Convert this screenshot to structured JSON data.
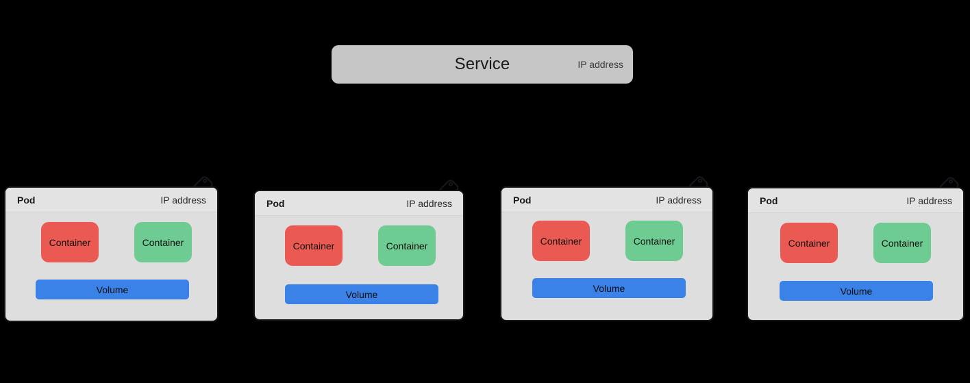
{
  "background_color": "#000000",
  "service": {
    "label": "Service",
    "ip_label": "IP address",
    "color": "#C6C6C6"
  },
  "colors": {
    "pod_fill": "#DEDEDE",
    "pod_header_fill": "#E3E3E3",
    "pod_border": "#14181C",
    "container_red": "#EB5A52",
    "container_green": "#6ECC92",
    "volume_blue": "#3B82E8",
    "tag_icon": "#14181C"
  },
  "pods": [
    {
      "label": "Pod",
      "ip_label": "IP address",
      "tag_icon": "tag-icon",
      "containers": [
        {
          "label": "Container",
          "color": "#EB5A52"
        },
        {
          "label": "Container",
          "color": "#6ECC92"
        }
      ],
      "volume": {
        "label": "Volume",
        "color": "#3B82E8"
      }
    },
    {
      "label": "Pod",
      "ip_label": "IP address",
      "tag_icon": "tag-icon",
      "containers": [
        {
          "label": "Container",
          "color": "#EB5A52"
        },
        {
          "label": "Container",
          "color": "#6ECC92"
        }
      ],
      "volume": {
        "label": "Volume",
        "color": "#3B82E8"
      }
    },
    {
      "label": "Pod",
      "ip_label": "IP address",
      "tag_icon": "tag-icon",
      "containers": [
        {
          "label": "Container",
          "color": "#EB5A52"
        },
        {
          "label": "Container",
          "color": "#6ECC92"
        }
      ],
      "volume": {
        "label": "Volume",
        "color": "#3B82E8"
      }
    },
    {
      "label": "Pod",
      "ip_label": "IP address",
      "tag_icon": "tag-icon",
      "containers": [
        {
          "label": "Container",
          "color": "#EB5A52"
        },
        {
          "label": "Container",
          "color": "#6ECC92"
        }
      ],
      "volume": {
        "label": "Volume",
        "color": "#3B82E8"
      }
    }
  ]
}
